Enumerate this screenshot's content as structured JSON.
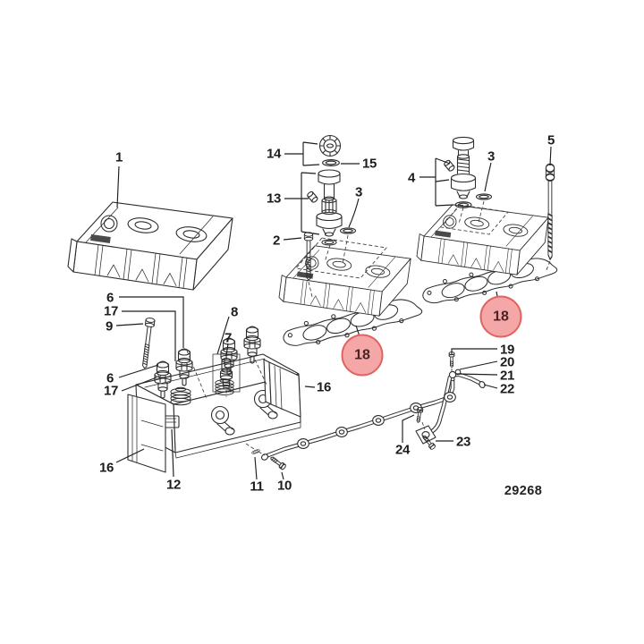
{
  "figure_type": "exploded-parts-diagram",
  "drawing_number": "29268",
  "callouts": [
    {
      "label": "1"
    },
    {
      "label": "14"
    },
    {
      "label": "15"
    },
    {
      "label": "13"
    },
    {
      "label": "3"
    },
    {
      "label": "2"
    },
    {
      "label": "4"
    },
    {
      "label": "3"
    },
    {
      "label": "5"
    },
    {
      "label": "6"
    },
    {
      "label": "17"
    },
    {
      "label": "9"
    },
    {
      "label": "8"
    },
    {
      "label": "7"
    },
    {
      "label": "6"
    },
    {
      "label": "17"
    },
    {
      "label": "16"
    },
    {
      "label": "12"
    },
    {
      "label": "11"
    },
    {
      "label": "10"
    },
    {
      "label": "16"
    },
    {
      "label": "19"
    },
    {
      "label": "20"
    },
    {
      "label": "21"
    },
    {
      "label": "22"
    },
    {
      "label": "23"
    },
    {
      "label": "24"
    }
  ],
  "highlights": [
    {
      "label": "18"
    },
    {
      "label": "18"
    }
  ],
  "colors": {
    "highlight_fill": "#f4a7a6",
    "highlight_border": "#e06462",
    "highlight_text": "#4a2424",
    "line_art": "#2d2d2d"
  }
}
